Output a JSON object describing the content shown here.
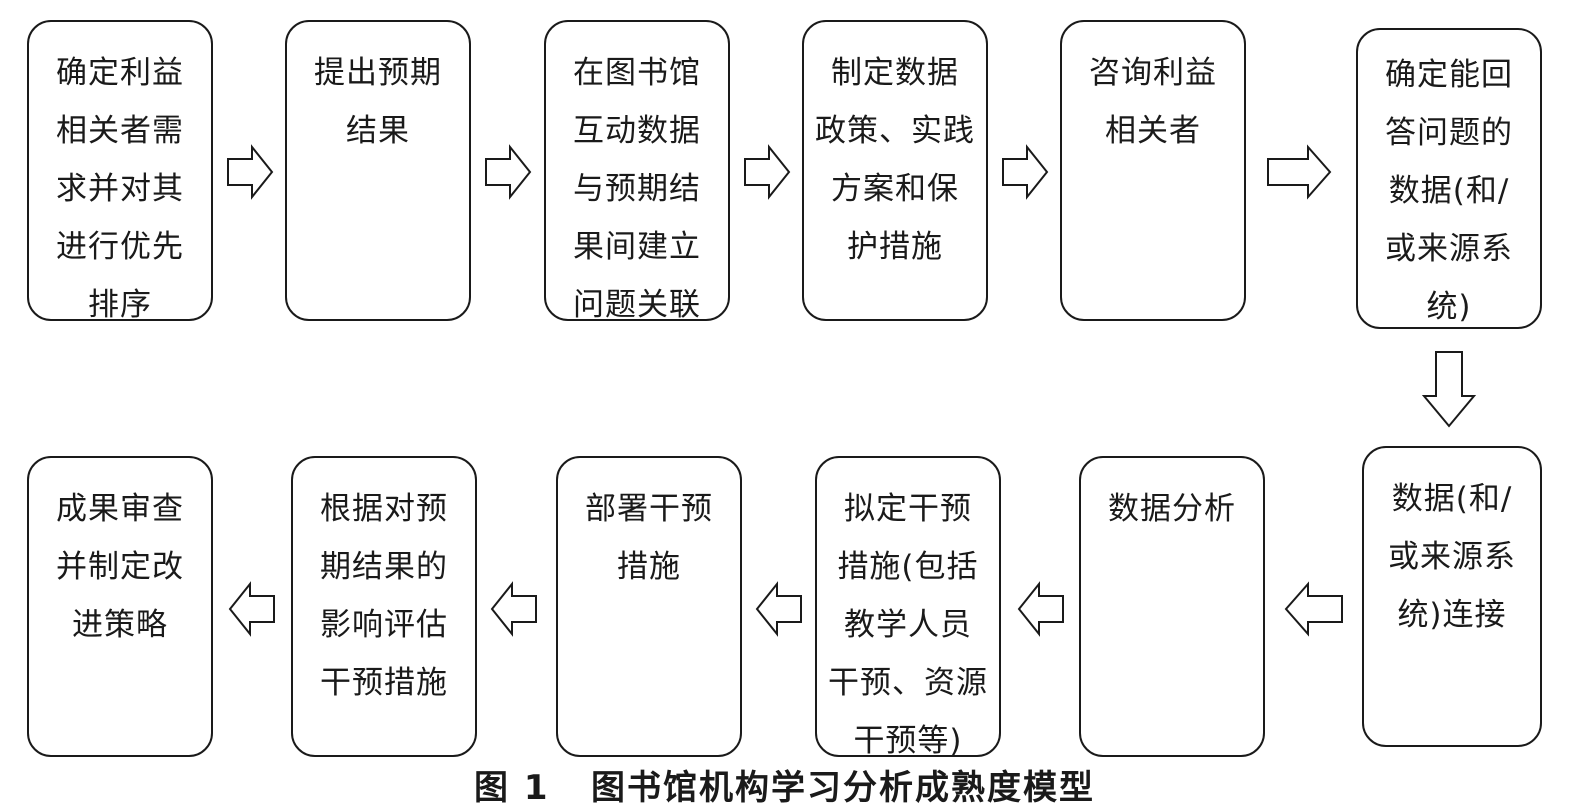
{
  "top_row": [
    {
      "lines": [
        "确定利益",
        "相关者需",
        "求并对其",
        "进行优先",
        "排序"
      ]
    },
    {
      "lines": [
        "提出预期",
        "结果"
      ]
    },
    {
      "lines": [
        "在图书馆",
        "互动数据",
        "与预期结",
        "果间建立",
        "问题关联"
      ]
    },
    {
      "lines": [
        "制定数据",
        "政策、实践",
        "方案和保",
        "护措施"
      ]
    },
    {
      "lines": [
        "咨询利益",
        "相关者"
      ]
    },
    {
      "lines": [
        "确定能回",
        "答问题的",
        "数据(和/",
        "或来源系",
        "统)"
      ]
    }
  ],
  "bottom_row": [
    {
      "lines": [
        "成果审查",
        "并制定改",
        "进策略"
      ]
    },
    {
      "lines": [
        "根据对预",
        "期结果的",
        "影响评估",
        "干预措施"
      ]
    },
    {
      "lines": [
        "部署干预",
        "措施"
      ]
    },
    {
      "lines": [
        "拟定干预",
        "措施(包括",
        "教学人员",
        "干预、资源",
        "干预等)"
      ]
    },
    {
      "lines": [
        "数据分析"
      ]
    },
    {
      "lines": [
        "数据(和/",
        "或来源系",
        "统)连接"
      ]
    }
  ],
  "caption": {
    "number": "图 1",
    "title": "图书馆机构学习分析成熟度模型"
  }
}
